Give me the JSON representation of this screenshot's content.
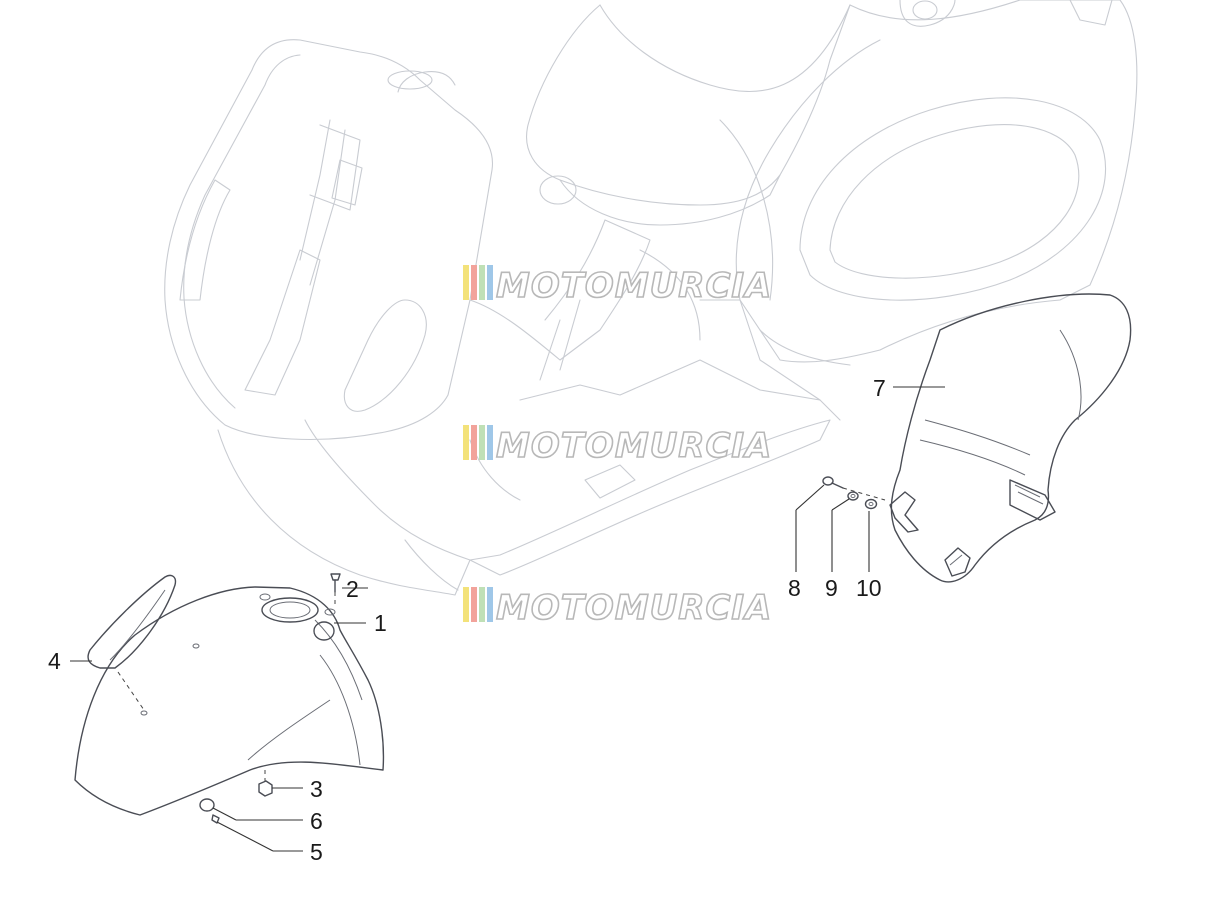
{
  "watermark": {
    "text": "MOTOMURCIA",
    "stripe_colors": [
      "#f3e27a",
      "#f2a39b",
      "#bfe0b6",
      "#9fc7e8"
    ],
    "copies": 3
  },
  "callouts": [
    {
      "id": "1",
      "label": "1"
    },
    {
      "id": "2",
      "label": "2"
    },
    {
      "id": "3",
      "label": "3"
    },
    {
      "id": "4",
      "label": "4"
    },
    {
      "id": "5",
      "label": "5"
    },
    {
      "id": "6",
      "label": "6"
    },
    {
      "id": "7",
      "label": "7"
    },
    {
      "id": "8",
      "label": "8"
    },
    {
      "id": "9",
      "label": "9"
    },
    {
      "id": "10",
      "label": "10"
    }
  ],
  "colors": {
    "background_outline": "#c9ccd2",
    "part_outline": "#4a4d55",
    "leader": "#333333"
  }
}
